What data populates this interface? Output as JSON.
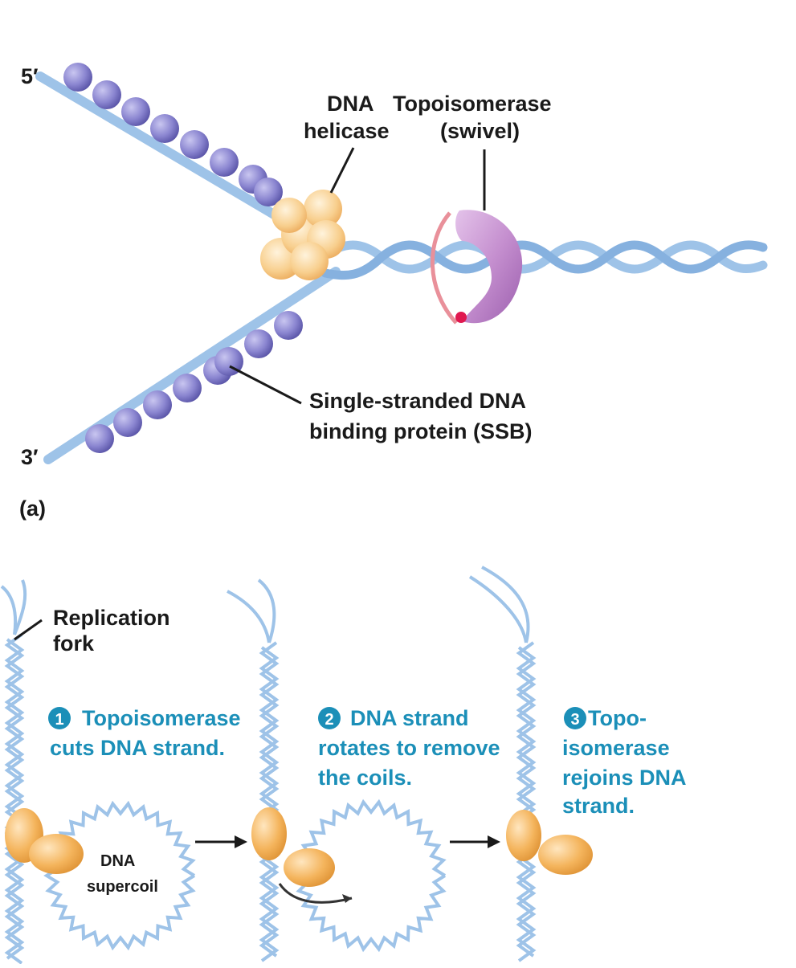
{
  "panel_a": {
    "end_5": "5′",
    "end_3": "3′",
    "helicase_label": [
      "DNA",
      "helicase"
    ],
    "topoisomerase_label": [
      "Topoisomerase",
      "(swivel)"
    ],
    "ssb_label": [
      "Single-stranded DNA",
      "binding protein (SSB)"
    ],
    "panel_tag": "(a)"
  },
  "panel_b": {
    "fork_label": [
      "Replication",
      "fork"
    ],
    "supercoil_label": [
      "DNA",
      "supercoil"
    ],
    "steps": [
      {
        "number": "1",
        "lines": [
          "Topoisomerase",
          "cuts DNA strand."
        ]
      },
      {
        "number": "2",
        "lines": [
          "DNA strand",
          "rotates to remove",
          "the coils."
        ]
      },
      {
        "number": "3",
        "lines": [
          "Topo-",
          "isomerase",
          "rejoins DNA",
          "strand."
        ]
      }
    ]
  },
  "colors": {
    "dna": "#9ec3e8",
    "dna_dark": "#7fa9d6",
    "ssb": "#7c77c6",
    "helicase": "#f6c47e",
    "topoisomerase": "#c58fcf",
    "enzyme": "#f0a94d",
    "step_text": "#1b8fb8"
  }
}
